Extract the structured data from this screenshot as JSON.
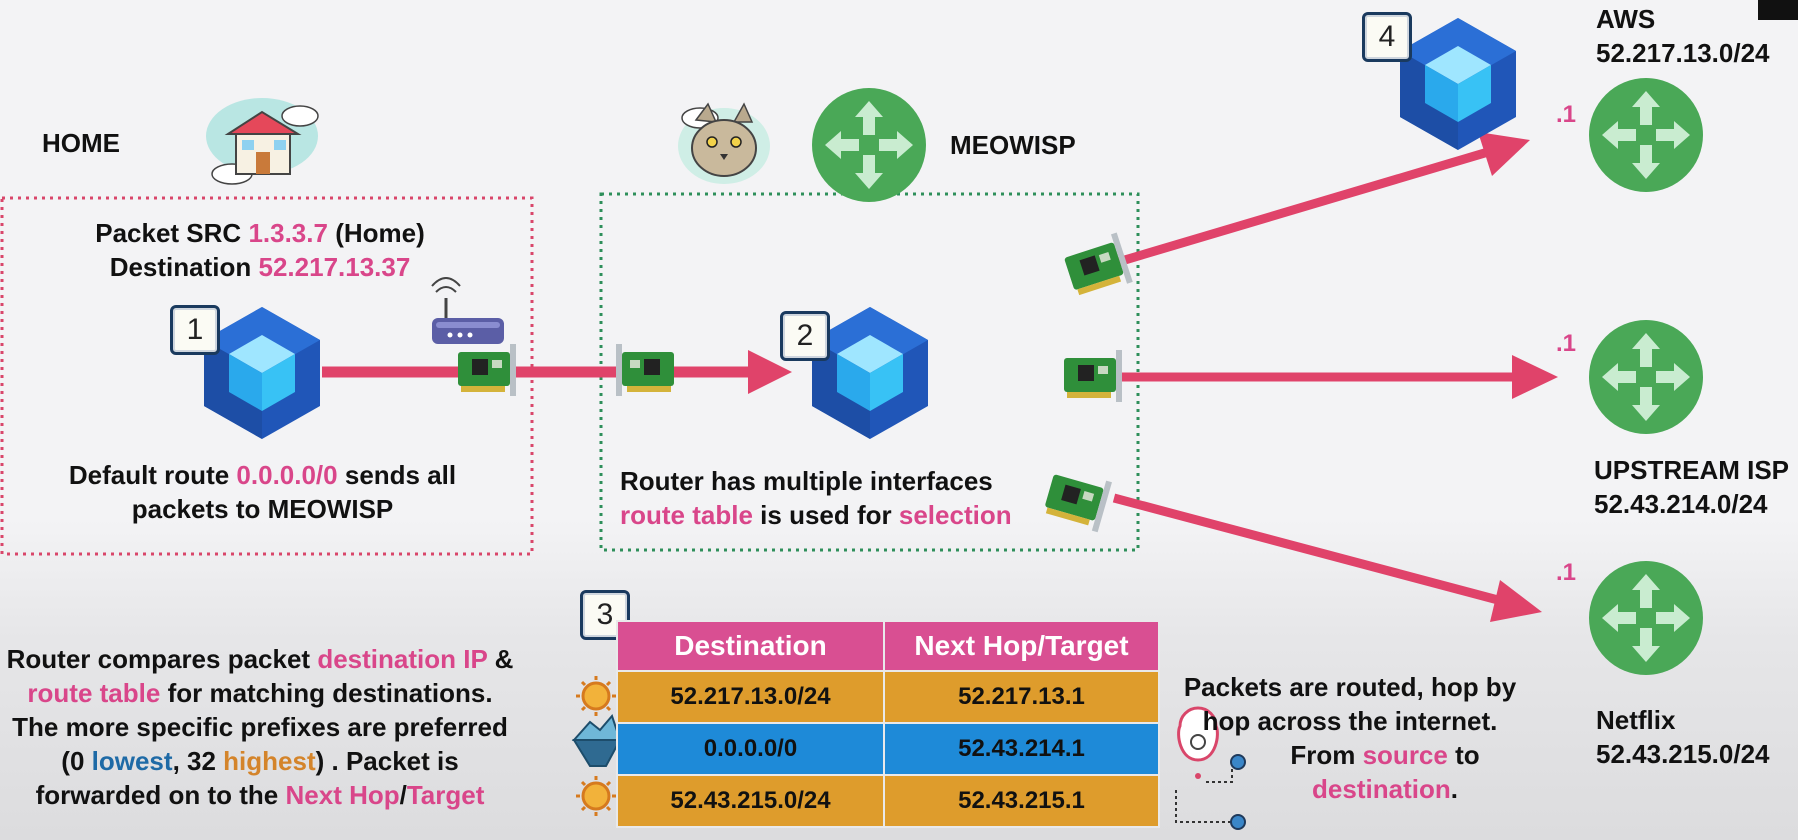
{
  "labels": {
    "home": "HOME",
    "meowisp": "MEOWISP",
    "aws": "AWS",
    "aws_cidr": "52.217.13.0/24",
    "upstream": "UPSTREAM ISP",
    "upstream_cidr": "52.43.214.0/24",
    "netflix": "Netflix",
    "netflix_cidr": "52.43.215.0/24"
  },
  "packet": {
    "src_prefix": "Packet SRC",
    "src_ip": "1.3.3.7",
    "src_suffix": "(Home)",
    "dst_prefix": "Destination",
    "dst_ip": "52.217.13.37"
  },
  "home_note": {
    "part1": "Default route",
    "route": "0.0.0.0/0",
    "part2": "sends all",
    "line2": "packets to MEOWISP"
  },
  "router_note": {
    "line1": "Router has multiple interfaces",
    "rt": "route table",
    "mid": "is used for",
    "sel": "selection"
  },
  "compare_note": {
    "l1a": "Router compares packet",
    "l1b": "destination IP",
    "l1c": "&",
    "l2a": "route table",
    "l2b": "for matching destinations.",
    "l3": "The more specific prefixes are preferred",
    "l4a": "(0",
    "l4b": "lowest",
    "l4c": ", 32",
    "l4d": "highest",
    "l4e": ") . Packet is",
    "l5a": "forwarded on to the",
    "l5b": "Next Hop",
    "l5c": "/",
    "l5d": "Target"
  },
  "hop_note": {
    "l1": "Packets are routed, hop by",
    "l2": "hop across the internet.",
    "l3a": "From",
    "l3b": "source",
    "l3c": "to",
    "l4a": "destination",
    "l4b": "."
  },
  "steps": [
    "1",
    "2",
    "3",
    "4"
  ],
  "hop_suffix": ".1",
  "route_table": {
    "headers": [
      "Destination",
      "Next Hop/Target"
    ],
    "rows": [
      {
        "dest": "52.217.13.0/24",
        "hop": "52.217.13.1"
      },
      {
        "dest": "0.0.0.0/0",
        "hop": "52.43.214.1"
      },
      {
        "dest": "52.43.215.0/24",
        "hop": "52.43.215.1"
      }
    ]
  },
  "colors": {
    "accent_pink": "#d9468a",
    "arrow": "#e0436a",
    "router_green": "#4aa857",
    "cube_blue": "#2360c4",
    "row_orange": "#de9c2c",
    "row_blue": "#1e8ad8"
  }
}
